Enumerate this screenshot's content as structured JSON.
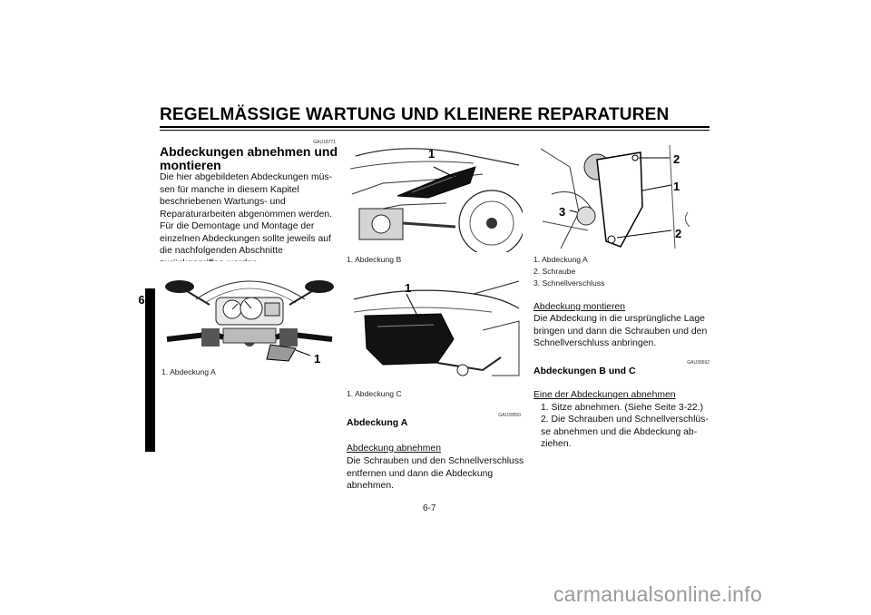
{
  "header": {
    "title": "REGELMÄSSIGE WARTUNG UND KLEINERE REPARATUREN"
  },
  "chapter_tab": "6",
  "col1": {
    "code": "GAU18771",
    "heading": "Abdeckungen abnehmen und montieren",
    "paragraph": "Die hier abgebildeten Abdeckungen müs­sen für manche in diesem Kapitel beschrie­benen Wartungs- und Reparaturarbeiten abgenommen werden. Für die Demontage und Montage der einzelnen Abdeckungen sollte jeweils auf die nachfolgenden Ab­schnitte zurückgegriffen werden.",
    "figure_label": "1",
    "caption": "1. Abdeckung A"
  },
  "col2": {
    "fig1_label": "1",
    "caption1": "1. Abdeckung B",
    "fig2_label": "1",
    "caption2": "1. Abdeckung C",
    "code": "GAU39550",
    "heading": "Abdeckung A",
    "subheading": "Abdeckung abnehmen",
    "paragraph": "Die Schrauben und den Schnellverschluss entfernen und dann die Abdeckung abneh­men."
  },
  "col3": {
    "fig_labels": [
      "2",
      "1",
      "3",
      "2"
    ],
    "captions": [
      "1. Abdeckung A",
      "2. Schraube",
      "3. Schnellverschluss"
    ],
    "subheading": "Abdeckung montieren",
    "paragraph": "Die Abdeckung in die ursprüngliche Lage bringen und dann die Schrauben und den Schnellverschluss anbringen.",
    "code": "GAU39592",
    "heading": "Abdeckungen B und C",
    "subheading2": "Eine der Abdeckungen abnehmen",
    "steps": [
      "1. Sitze abnehmen. (Siehe Seite 3-22.)",
      "2. Die Schrauben und Schnellverschlüs­se abnehmen und die Abdeckung ab­ziehen."
    ]
  },
  "footer": {
    "page_number": "6-7"
  },
  "watermark": "carmanualsonline.info"
}
